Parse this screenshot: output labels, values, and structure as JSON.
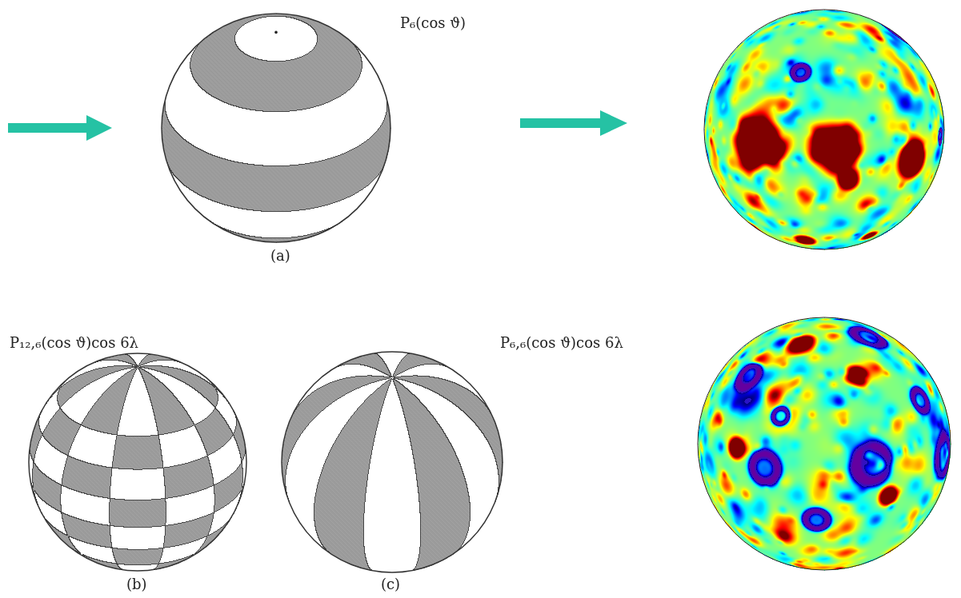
{
  "diagram": {
    "labels": [
      "P₆(cos ϑ)",
      "(a)",
      "P₁₂,₆(cos ϑ)cos 6λ",
      "(b)",
      "P₆,₆(cos ϑ)cos 6λ",
      "(c)"
    ]
  }
}
